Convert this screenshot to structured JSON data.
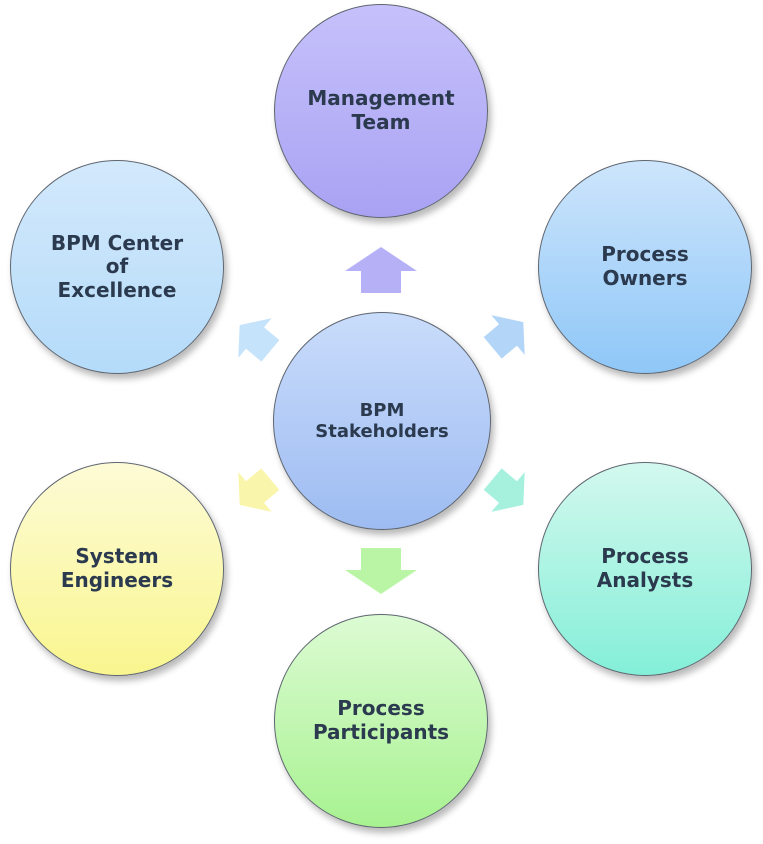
{
  "diagram": {
    "center": {
      "label": "BPM\nStakeholders"
    },
    "nodes": [
      {
        "id": "top",
        "label": "Management\nTeam"
      },
      {
        "id": "upright",
        "label": "Process\nOwners"
      },
      {
        "id": "lowright",
        "label": "Process\nAnalysts"
      },
      {
        "id": "bottom",
        "label": "Process\nParticipants"
      },
      {
        "id": "lowleft",
        "label": "System\nEngineers"
      },
      {
        "id": "upleft",
        "label": "BPM Center\nof\nExcellence"
      }
    ],
    "colors": {
      "center": "#a9c4f4",
      "top": "#b3adf6",
      "upright": "#9ccff8",
      "lowright": "#93f1dc",
      "bottom": "#b3f39e",
      "lowleft": "#faf7a1",
      "upleft": "#bcdff9",
      "arrow_top": "#b6b1f7",
      "arrow_upright": "#b3d6f8",
      "arrow_lowright": "#a6f0de",
      "arrow_bottom": "#baf5a6",
      "arrow_lowleft": "#f9f6ab",
      "arrow_upleft": "#c5e3fb",
      "text": "#2b3a4e"
    }
  }
}
